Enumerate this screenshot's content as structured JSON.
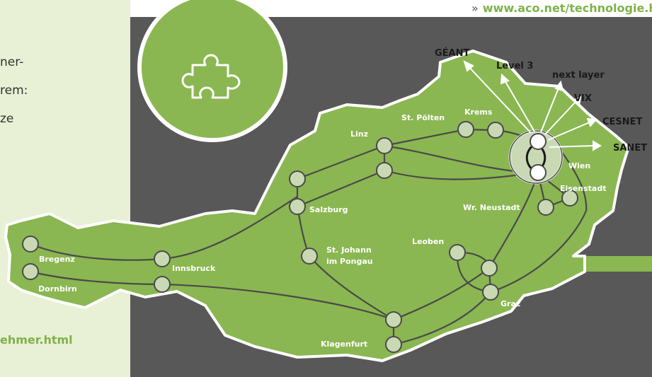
{
  "left_panel": {
    "lines": [
      "ner-",
      "rem:",
      "ze"
    ],
    "bottom_link": "ehmer.html"
  },
  "top_link": {
    "chevron": "»",
    "text": "www.aco.net/technologie.html"
  },
  "badge": {
    "icon": "puzzle-icon"
  },
  "map": {
    "cities": {
      "bregenz": "Bregenz",
      "dornbirn": "Dornbirn",
      "innsbruck": "Innsbruck",
      "salzburg": "Salzburg",
      "st_johann_line1": "St. Johann",
      "st_johann_line2": "im Pongau",
      "linz": "Linz",
      "st_poelten": "St. Pölten",
      "krems": "Krems",
      "wien": "Wien",
      "eisenstadt": "Eisenstadt",
      "wr_neustadt": "Wr. Neustadt",
      "leoben": "Leoben",
      "graz": "Graz",
      "klagenfurt": "Klagenfurt"
    },
    "external_networks": {
      "geant": "GÉANT",
      "level3": "Level 3",
      "next_layer": "next layer",
      "vix": "VIX",
      "cesnet": "CESNET",
      "sanet": "SANET"
    }
  },
  "colors": {
    "map_green": "#8ab751",
    "node_fill": "#c9d9b4",
    "line": "#4a4a4a",
    "link_green": "#7fb24a",
    "background_dark": "#585858",
    "panel_light": "#e8f0d6"
  }
}
